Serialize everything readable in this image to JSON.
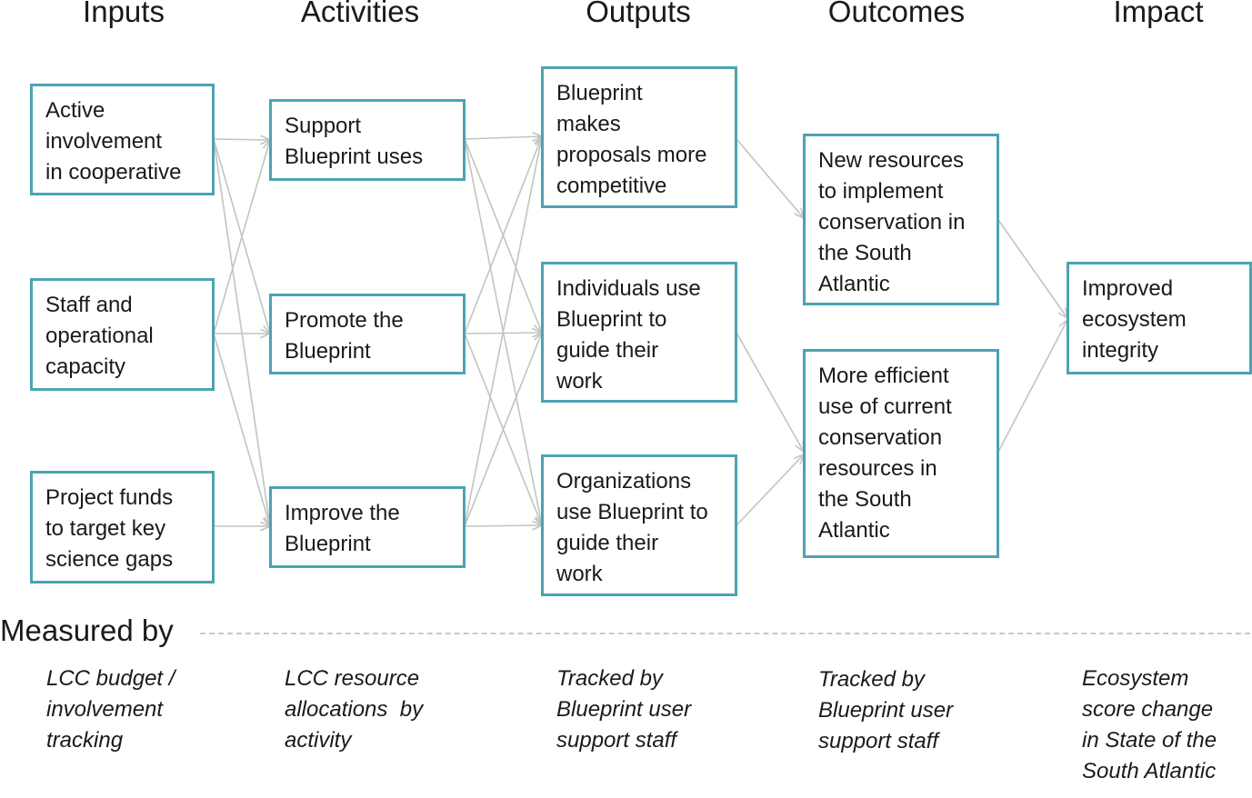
{
  "headers": {
    "inputs": "Inputs",
    "activities": "Activities",
    "outputs": "Outputs",
    "outcomes": "Outcomes",
    "impact": "Impact"
  },
  "inputs": {
    "active": [
      "Active",
      "involvement",
      "in cooperative"
    ],
    "staff": [
      "Staff and",
      "operational",
      "capacity"
    ],
    "funds": [
      "Project funds",
      "to target key",
      "science gaps"
    ]
  },
  "activities": {
    "support": [
      "Support",
      "Blueprint uses"
    ],
    "promote": [
      "Promote the",
      "Blueprint"
    ],
    "improve": [
      "Improve the",
      "Blueprint"
    ]
  },
  "outputs": {
    "proposals": [
      "Blueprint",
      "makes",
      "proposals more",
      "competitive"
    ],
    "individuals": [
      "Individuals use",
      "Blueprint to",
      "guide their",
      "work"
    ],
    "organizations": [
      "Organizations",
      "use Blueprint to",
      "guide their",
      "work"
    ]
  },
  "outcomes": {
    "new_resources": [
      "New resources",
      "to implement",
      "conservation in",
      "the South",
      "Atlantic"
    ],
    "efficient": [
      "More efficient",
      "use of current",
      "conservation",
      "resources in",
      "the South",
      "Atlantic"
    ]
  },
  "impact": {
    "improved": [
      "Improved",
      "ecosystem",
      "integrity"
    ]
  },
  "measured_by": {
    "title": "Measured by",
    "inputs": [
      "LCC budget /",
      "involvement",
      "tracking"
    ],
    "activities": [
      "LCC resource",
      "allocations  by",
      "activity"
    ],
    "outputs": [
      "Tracked by",
      "Blueprint user",
      "support staff"
    ],
    "outcomes": [
      "Tracked by",
      "Blueprint user",
      "support staff"
    ],
    "impact": [
      "Ecosystem",
      "score change",
      "in State of the",
      "South Atlantic"
    ]
  },
  "colors": {
    "box_border": "#4ba3b3",
    "arrow": "#c3c3c3",
    "dash": "#c8c8c8"
  }
}
